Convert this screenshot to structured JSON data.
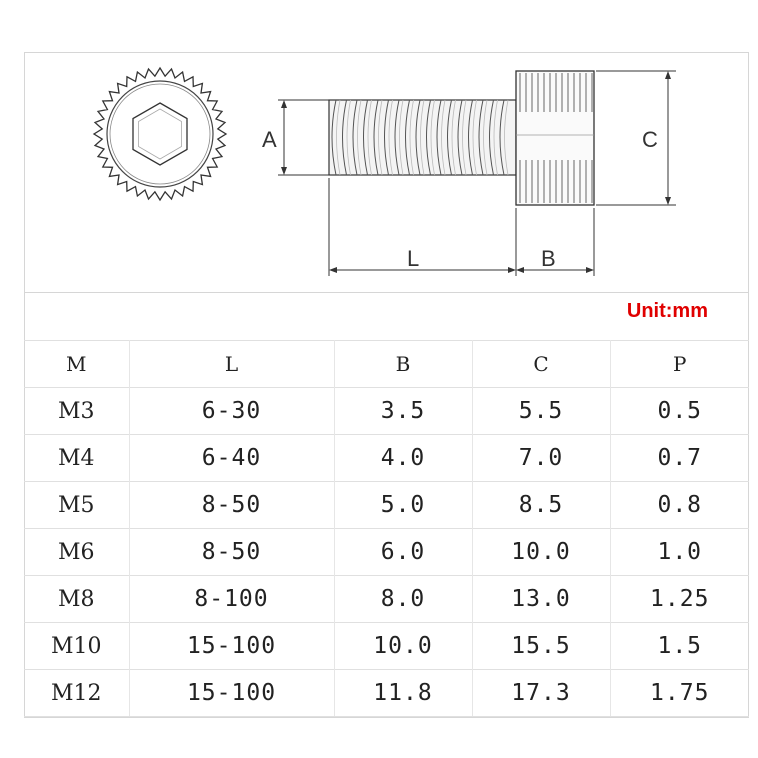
{
  "diagram": {
    "labels": {
      "a": "A",
      "c": "C",
      "l": "L",
      "b": "B"
    },
    "icons": [
      "knurled-head-top-view-icon",
      "socket-cap-screw-side-view-icon"
    ]
  },
  "unit_label": "Unit:mm",
  "colors": {
    "unit_text": "#e00000",
    "line": "#333333"
  },
  "table": {
    "headers": [
      "M",
      "L",
      "B",
      "C",
      "P"
    ],
    "rows": [
      [
        "M3",
        "6-30",
        "3.5",
        "5.5",
        "0.5"
      ],
      [
        "M4",
        "6-40",
        "4.0",
        "7.0",
        "0.7"
      ],
      [
        "M5",
        "8-50",
        "5.0",
        "8.5",
        "0.8"
      ],
      [
        "M6",
        "8-50",
        "6.0",
        "10.0",
        "1.0"
      ],
      [
        "M8",
        "8-100",
        "8.0",
        "13.0",
        "1.25"
      ],
      [
        "M10",
        "15-100",
        "10.0",
        "15.5",
        "1.5"
      ],
      [
        "M12",
        "15-100",
        "11.8",
        "17.3",
        "1.75"
      ]
    ]
  }
}
